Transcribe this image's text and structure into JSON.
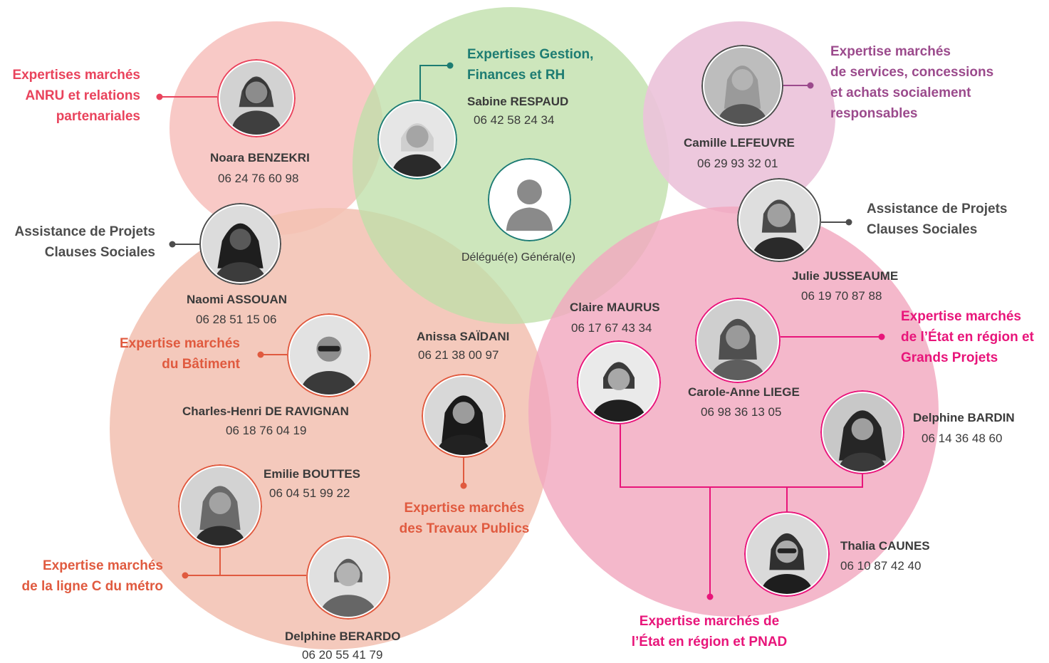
{
  "colors": {
    "red": "#e9435c",
    "orange": "#e05a3f",
    "teal": "#1d7c72",
    "purple": "#9b4a8c",
    "magenta": "#e8157a",
    "gray": "#4d4d4d",
    "circle_red": "#f7c3c0",
    "circle_orange": "#f3c2b3",
    "circle_green": "#cde6bd",
    "circle_purple": "#ebc3da",
    "circle_pink": "#f4b5c9"
  },
  "people": [
    {
      "name": "Noara BENZEKRI",
      "phone": "06 24 76 60 98"
    },
    {
      "name": "Sabine RESPAUD",
      "phone": "06 42 58 24 34"
    },
    {
      "name": "Camille LEFEUVRE",
      "phone": "06 29 93 32 01"
    },
    {
      "name": "Naomi ASSOUAN",
      "phone": "06 28 51 15 06"
    },
    {
      "name": "Julie JUSSEAUME",
      "phone": "06 19 70 87 88"
    },
    {
      "name": "Charles-Henri DE RAVIGNAN",
      "phone": "06 18 76 04 19"
    },
    {
      "name": "Anissa SAÏDANI",
      "phone": "06 21 38 00 97"
    },
    {
      "name": "Claire MAURUS",
      "phone": "06 17 67 43 34"
    },
    {
      "name": "Carole-Anne LIEGE",
      "phone": "06 98 36 13 05"
    },
    {
      "name": "Delphine BARDIN",
      "phone": "06 14 36 48 60"
    },
    {
      "name": "Emilie BOUTTES",
      "phone": "06 04 51 99 22"
    },
    {
      "name": "Thalia CAUNES",
      "phone": "06 10 87 42 40"
    },
    {
      "name": "Delphine BERARDO",
      "phone": "06 20 55 41 79"
    }
  ],
  "general": {
    "label": "Délégué(e) Général(e)",
    "icon": "person-placeholder-icon"
  },
  "labels": {
    "anru": [
      "Expertises marchés",
      "ANRU et relations",
      "partenariales"
    ],
    "gestion": [
      "Expertises Gestion,",
      "Finances et RH"
    ],
    "services": [
      "Expertise marchés",
      "de services, concessions",
      "et achats socialement",
      "responsables"
    ],
    "assist_left": [
      "Assistance de Projets",
      "Clauses Sociales"
    ],
    "assist_right": [
      "Assistance de Projets",
      "Clauses Sociales"
    ],
    "batiment": [
      "Expertise marchés",
      "du Bâtiment"
    ],
    "etat_gp": [
      "Expertise marchés",
      "de l’État en région et",
      "Grands Projets"
    ],
    "tp": [
      "Expertise marchés",
      "des Travaux Publics"
    ],
    "metro": [
      "Expertise marchés",
      "de la ligne C du métro"
    ],
    "pnad": [
      "Expertise marchés de",
      "l’État en région et PNAD"
    ]
  }
}
